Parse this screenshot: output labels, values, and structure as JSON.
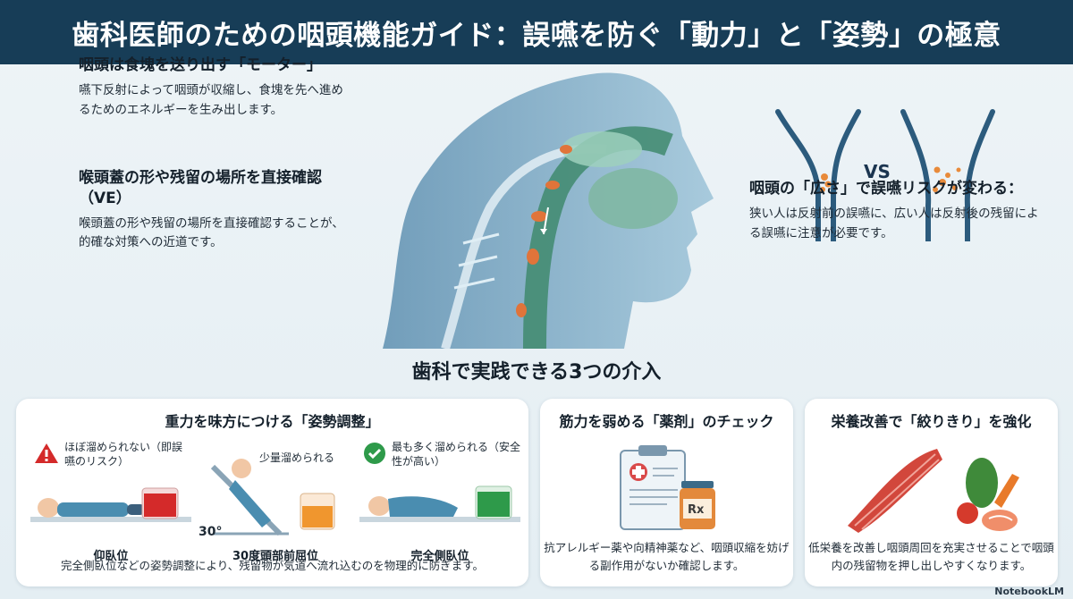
{
  "header": {
    "title": "歯科医師のための咽頭機能ガイド：誤嚥を防ぐ「動力」と「姿勢」の極意"
  },
  "motor": {
    "heading": "咽頭は食塊を送り出す「モーター」",
    "body": "嚥下反射によって咽頭が収縮し、食塊を先へ進めるためのエネルギーを生み出します。"
  },
  "ve": {
    "heading": "喉頭蓋の形や残留の場所を直接確認（VE）",
    "body": "喉頭蓋の形や残留の場所を直接確認することが、的確な対策への近道です。"
  },
  "width": {
    "vs": "VS",
    "heading": "咽頭の「広さ」で誤嚥リスクが変わる：",
    "body": "狭い人は反射前の誤嚥に、広い人は反射後の残留による誤嚥に注意が必要です。"
  },
  "section": {
    "title": "歯科で実践できる3つの介入"
  },
  "posture": {
    "title": "重力を味方につける「姿勢調整」",
    "positions": [
      {
        "note": "ほぼ溜められない（即誤嚥のリスク）",
        "label": "仰臥位",
        "icon": "warning-icon",
        "color": "#d42a2a"
      },
      {
        "note": "少量溜められる",
        "label": "30度頭部前屈位",
        "angle": "30°",
        "color": "#f0962e"
      },
      {
        "note": "最も多く溜められる（安全性が高い）",
        "label": "完全側臥位",
        "icon": "check-icon",
        "color": "#2e9a4a"
      }
    ],
    "footer": "完全側臥位などの姿勢調整により、残留物が気道へ流れ込むのを物理的に防ぎます。"
  },
  "drug": {
    "title": "筋力を弱める「薬剤」のチェック",
    "rx": "Rx",
    "footer": "抗アレルギー薬や向精神薬など、咽頭収縮を妨げる副作用がないか確認します。"
  },
  "nutrition": {
    "title": "栄養改善で「絞りきり」を強化",
    "footer": "低栄養を改善し咽頭周回を充実させることで咽頭内の残留物を押し出しやすくなります。"
  },
  "brand": "NotebookLM",
  "colors": {
    "header_bg": "#173d57",
    "accent": "#1e5f7a"
  }
}
